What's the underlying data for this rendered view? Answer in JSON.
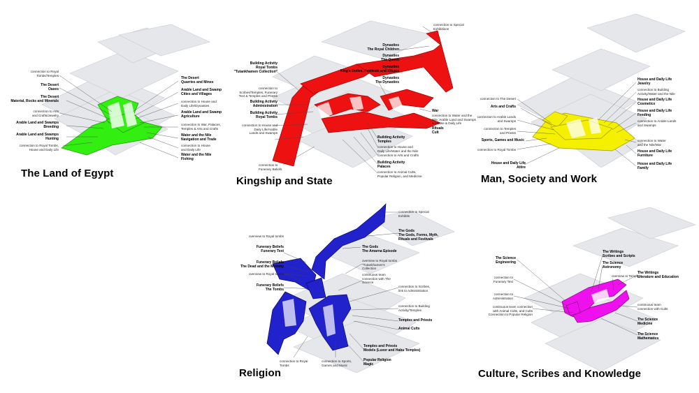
{
  "colors": {
    "egypt": "#33ee11",
    "kingship": "#ee1111",
    "society": "#f4f000",
    "religion": "#2222cc",
    "culture": "#ee11ee",
    "ghost": "#dcdde2",
    "leader": "#444444"
  },
  "panels": [
    {
      "id": "egypt",
      "title": "The Land of Egypt",
      "labels": [
        {
          "bold": false,
          "lines": [
            "connection to Royal",
            "Tombs/Temples"
          ]
        },
        {
          "bold": true,
          "lines": [
            "The Desert",
            "Oases"
          ]
        },
        {
          "bold": true,
          "lines": [
            "The Desert",
            "Material, Rocks and Minerals"
          ]
        },
        {
          "bold": false,
          "lines": [
            "connection to Arts",
            "and Crafts/Jewelry"
          ]
        },
        {
          "bold": true,
          "lines": [
            "Arable Land and Swamps",
            "Breeding"
          ]
        },
        {
          "bold": true,
          "lines": [
            "Arable Land and Swamps",
            "Hunting"
          ]
        },
        {
          "bold": false,
          "lines": [
            "connection to Royal Tombs,",
            "House and Daily Life"
          ]
        },
        {
          "bold": true,
          "lines": [
            "The Desert",
            "Quarries and Mines"
          ]
        },
        {
          "bold": true,
          "lines": [
            "Arable Land and Swamp",
            "Cities and Villages"
          ]
        },
        {
          "bold": false,
          "lines": [
            "connection to House and",
            "Daily Life/Dynasties"
          ]
        },
        {
          "bold": true,
          "lines": [
            "Arable Land and Swamp",
            "Agriculture"
          ]
        },
        {
          "bold": false,
          "lines": [
            "connection to War, Palaces,",
            "Temples & Arts and Crafts"
          ]
        },
        {
          "bold": true,
          "lines": [
            "Water and the Nile",
            "Navigation and Trade"
          ]
        },
        {
          "bold": false,
          "lines": [
            "connection to House",
            "and Daily Life"
          ]
        },
        {
          "bold": true,
          "lines": [
            "Water and the Nile",
            "Fishing"
          ]
        }
      ]
    },
    {
      "id": "kingship",
      "title": "Kingship and State",
      "labels": [
        {
          "bold": false,
          "lines": [
            "connection to Special",
            "Exhibitions"
          ]
        },
        {
          "bold": true,
          "lines": [
            "Dynasties",
            "The Royal Children"
          ]
        },
        {
          "bold": true,
          "lines": [
            "Dynasties",
            "The Queen"
          ]
        },
        {
          "bold": true,
          "lines": [
            "Dynasties",
            "King's Duties, Festivals and Rituals"
          ]
        },
        {
          "bold": true,
          "lines": [
            "Dynasties",
            "The Dynasties"
          ]
        },
        {
          "bold": true,
          "lines": [
            "Building Activity",
            "Royal Tombs",
            "\"Tutankhamen Collection\""
          ]
        },
        {
          "bold": false,
          "lines": [
            "connection to",
            "Scribes/Temples, Funerary",
            "Text & Temples and Priests"
          ]
        },
        {
          "bold": true,
          "lines": [
            "Building Activity",
            "Administration"
          ]
        },
        {
          "bold": true,
          "lines": [
            "Building Activity",
            "Royal Tombs"
          ]
        },
        {
          "bold": false,
          "lines": [
            "connection to House and",
            "Daily Life/Arable",
            "Lands and Swamps"
          ]
        },
        {
          "bold": true,
          "lines": [
            "War"
          ]
        },
        {
          "bold": false,
          "lines": [
            "connection to Water and the",
            "Nile, Arable Land and Swamps",
            "& House & Daily Life"
          ]
        },
        {
          "bold": true,
          "lines": [
            "Rituals",
            "Cult"
          ]
        },
        {
          "bold": true,
          "lines": [
            "Building Activity",
            "Temples"
          ]
        },
        {
          "bold": false,
          "lines": [
            "connection to House and",
            "Daily Life/Water and the Nile"
          ]
        },
        {
          "bold": false,
          "lines": [
            "connection to Arts and Crafts"
          ]
        },
        {
          "bold": true,
          "lines": [
            "Building Activity",
            "Palaces"
          ]
        },
        {
          "bold": false,
          "lines": [
            "connection to Animal Cults,",
            "Popular Religion, and Medicine"
          ]
        },
        {
          "bold": false,
          "lines": [
            "connection to",
            "Funerary Beliefs"
          ]
        }
      ]
    },
    {
      "id": "society",
      "title": "Man, Society and Work",
      "labels": [
        {
          "bold": false,
          "lines": [
            "connection to The Desert"
          ]
        },
        {
          "bold": true,
          "lines": [
            "Arts and Crafts"
          ]
        },
        {
          "bold": false,
          "lines": [
            "connection to Arable Lands",
            "and Swamps"
          ]
        },
        {
          "bold": false,
          "lines": [
            "connection to Temples",
            "and Priests"
          ]
        },
        {
          "bold": true,
          "lines": [
            "Sports, Games and Music"
          ]
        },
        {
          "bold": false,
          "lines": [
            "connection to Royal Tombs"
          ]
        },
        {
          "bold": true,
          "lines": [
            "House and Daily Life",
            "Attire"
          ]
        },
        {
          "bold": true,
          "lines": [
            "House and Daily Life",
            "Jewelry"
          ]
        },
        {
          "bold": false,
          "lines": [
            "connection to Building",
            "Activity/Water and the Nile"
          ]
        },
        {
          "bold": true,
          "lines": [
            "House and Daily Life",
            "Cosmetics"
          ]
        },
        {
          "bold": true,
          "lines": [
            "House and Daily Life",
            "Feeding"
          ]
        },
        {
          "bold": false,
          "lines": [
            "connection to Arable Lands",
            "and Swamps"
          ]
        },
        {
          "bold": false,
          "lines": [
            "connection to Water",
            "and the Nile/War"
          ]
        },
        {
          "bold": true,
          "lines": [
            "House and Daily Life",
            "Furniture"
          ]
        },
        {
          "bold": true,
          "lines": [
            "House and Daily Life",
            "Family"
          ]
        }
      ]
    },
    {
      "id": "religion",
      "title": "Religion",
      "labels": [
        {
          "bold": false,
          "lines": [
            "connection to Special",
            "Exhibits"
          ]
        },
        {
          "bold": true,
          "lines": [
            "The Gods",
            "The Gods, Forms, Myth,",
            "Rituals and Festivals"
          ]
        },
        {
          "bold": true,
          "lines": [
            "The Gods",
            "The Amarna Episode"
          ]
        },
        {
          "bold": false,
          "lines": [
            "overview to Royal tombs"
          ]
        },
        {
          "bold": true,
          "lines": [
            "Funerary Beliefs",
            "Funerary Text"
          ]
        },
        {
          "bold": true,
          "lines": [
            "Funerary Beliefs",
            "The Dead and the Mummy"
          ]
        },
        {
          "bold": false,
          "lines": [
            "overview to Royal tombs"
          ]
        },
        {
          "bold": true,
          "lines": [
            "Funerary Beliefs",
            "The Tombs"
          ]
        },
        {
          "bold": false,
          "lines": [
            "overview to Royal tombs",
            "\"Tutankhamen's",
            "Collection"
          ]
        },
        {
          "bold": false,
          "lines": [
            "continuous team",
            "connection with The",
            "Science"
          ]
        },
        {
          "bold": false,
          "lines": [
            "connection to Scribes,",
            "link to Administration"
          ]
        },
        {
          "bold": false,
          "lines": [
            "connection to Building",
            "Activity/Temples"
          ]
        },
        {
          "bold": true,
          "lines": [
            "Temples and Priests"
          ]
        },
        {
          "bold": true,
          "lines": [
            "Animal Cults"
          ]
        },
        {
          "bold": true,
          "lines": [
            "Temples and Priests",
            "Models (Luxor and Habu Temples)"
          ]
        },
        {
          "bold": true,
          "lines": [
            "Popular Religion",
            "Magic"
          ]
        },
        {
          "bold": false,
          "lines": [
            "connection to Royal",
            "Tombs"
          ]
        },
        {
          "bold": false,
          "lines": [
            "connection to Sports,",
            "Games and Music"
          ]
        }
      ]
    },
    {
      "id": "culture",
      "title": "Culture, Scribes and Knowledge",
      "labels": [
        {
          "bold": true,
          "lines": [
            "The Science",
            "Engineering"
          ]
        },
        {
          "bold": false,
          "lines": [
            "connection to",
            "Funerary Text"
          ]
        },
        {
          "bold": false,
          "lines": [
            "connection to",
            "Administration"
          ]
        },
        {
          "bold": false,
          "lines": [
            "continuous team connection",
            "with Animal Cults, and Cults",
            "Connection to Popular Religion"
          ]
        },
        {
          "bold": true,
          "lines": [
            "The Writings",
            "Scribes and Scripts"
          ]
        },
        {
          "bold": true,
          "lines": [
            "The Science",
            "Astronomy"
          ]
        },
        {
          "bold": true,
          "lines": [
            "The Writings",
            "Literature and Education"
          ]
        },
        {
          "bold": false,
          "lines": [
            "overview to Temples"
          ]
        },
        {
          "bold": false,
          "lines": [
            "continuous team",
            "connection with Cults"
          ]
        },
        {
          "bold": true,
          "lines": [
            "The Science",
            "Medicine"
          ]
        },
        {
          "bold": true,
          "lines": [
            "The Science",
            "Mathematics"
          ]
        }
      ]
    }
  ]
}
